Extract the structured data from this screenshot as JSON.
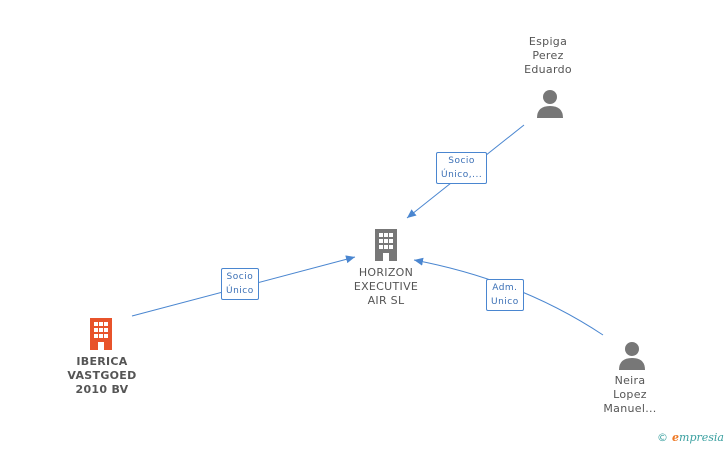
{
  "nodes": {
    "horizon": {
      "label": "HORIZON\nEXECUTIVE\nAIR  SL",
      "icon": "building-icon",
      "color": "#777777"
    },
    "iberica": {
      "label": "IBERICA\nVASTGOED\n2010 BV",
      "icon": "building-icon",
      "color": "#e8532b"
    },
    "espiga": {
      "label": "Espiga\nPerez\nEduardo",
      "icon": "person-icon",
      "color": "#777777"
    },
    "neira": {
      "label": "Neira\nLopez\nManuel...",
      "icon": "person-icon",
      "color": "#777777"
    }
  },
  "edges": {
    "espiga_horizon": {
      "label": "Socio\nÚnico,..."
    },
    "iberica_horizon": {
      "label": "Socio\nÚnico"
    },
    "neira_horizon": {
      "label": "Adm.\nUnico"
    }
  },
  "colors": {
    "edge": "#4a86d0",
    "accent": "#e8532b"
  },
  "brand": {
    "copyright": "©",
    "initial": "e",
    "name": "mpresia"
  }
}
